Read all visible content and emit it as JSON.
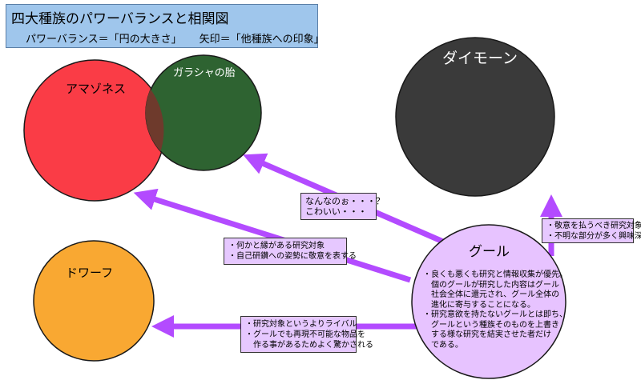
{
  "header": {
    "title": "四大種族のパワーバランスと相関図",
    "legend_power": "パワーバランス＝「円の大きさ」",
    "legend_arrow": "矢印＝「他種族への印象」"
  },
  "nodes": {
    "amazoness": "アマゾネス",
    "garasya": "ガラシャの胎",
    "daimon": "ダイモーン",
    "dwarf": "ドワーフ",
    "goul": "グール"
  },
  "notes": {
    "to_garasya": [
      "なんなのぉ・・・？",
      "こわいい・・・"
    ],
    "to_amazoness": [
      "・何かと縁がある研究対象",
      "・自己研鑽への姿勢に敬意を表する"
    ],
    "to_daimon": [
      "・敬意を払うべき研究対象",
      "・不明な部分が多く興味深い"
    ],
    "to_dwarf": [
      "・研究対象というよりライバル",
      "・グールでも再現不可能な物品を",
      "　作る事があるためよく驚かされる"
    ]
  },
  "goul_description": [
    "・良くも悪くも研究と情報収集が優先。",
    "　個のグールが研究した内容はグール",
    "　社会全体に還元され、グール全体の",
    "　進化に寄与することになる。",
    "・研究意欲を持たないグールとは即ち、",
    "　グールという種族そのものを上書き",
    "　する様な研究を結実させた者だけ",
    "　である。"
  ],
  "colors": {
    "amazoness": "#fa3c46",
    "garasya": "#2e6331",
    "daimon": "#3a3a3a",
    "dwarf": "#f9a832",
    "goul": "#e7c3ff",
    "arrow": "#b34bff",
    "note_bg": "#e6c8ff",
    "header_bg": "#9fc6ec"
  }
}
